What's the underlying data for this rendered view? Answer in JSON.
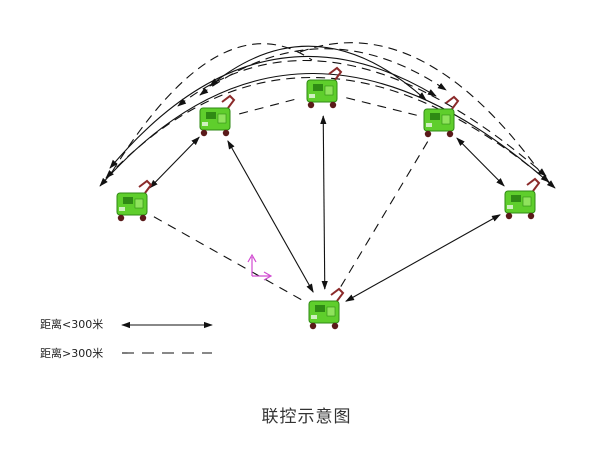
{
  "caption": "联控示意图",
  "legend": {
    "solid_label": "距离<300米",
    "dashed_label": "距离>300米"
  },
  "colors": {
    "robot_body": "#5fce2c",
    "robot_dark": "#2f8a14",
    "frame": "#8b2a2a",
    "line": "#111111",
    "axis_icon": "#d14bd1"
  },
  "nodes": [
    {
      "id": "left"
    },
    {
      "id": "upper-left"
    },
    {
      "id": "top"
    },
    {
      "id": "upper-right"
    },
    {
      "id": "right"
    },
    {
      "id": "bottom-center"
    }
  ],
  "links": [
    {
      "from": "left",
      "to": "upper-left",
      "style": "solid"
    },
    {
      "from": "upper-left",
      "to": "top",
      "style": "dashed"
    },
    {
      "from": "top",
      "to": "upper-right",
      "style": "dashed"
    },
    {
      "from": "upper-right",
      "to": "right",
      "style": "solid"
    },
    {
      "from": "upper-left",
      "to": "bottom-center",
      "style": "solid"
    },
    {
      "from": "top",
      "to": "bottom-center",
      "style": "solid"
    },
    {
      "from": "right",
      "to": "bottom-center",
      "style": "solid"
    },
    {
      "from": "left",
      "to": "bottom-center",
      "style": "dashed"
    },
    {
      "from": "upper-right",
      "to": "bottom-center",
      "style": "dashed"
    }
  ]
}
